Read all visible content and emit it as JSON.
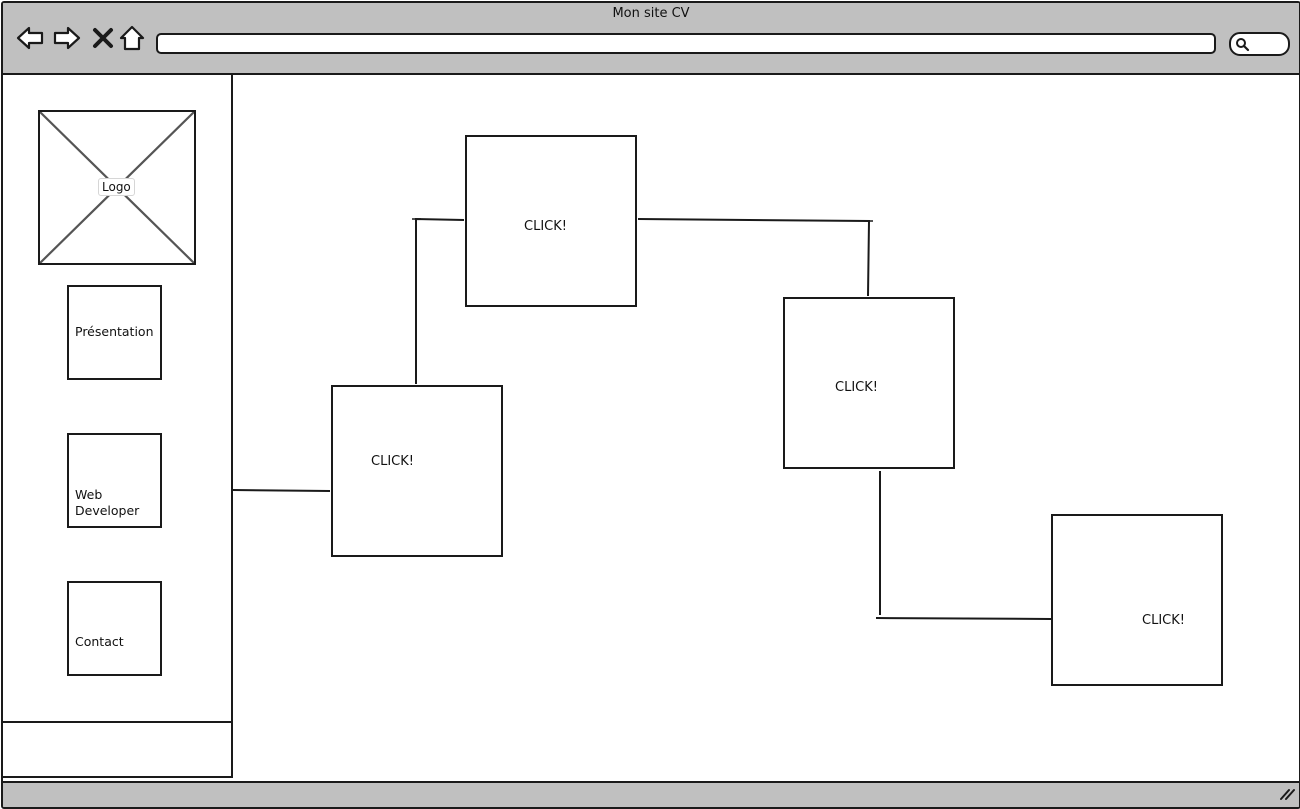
{
  "window": {
    "title": "Mon site CV"
  },
  "toolbar": {
    "back_icon": "arrow-left-icon",
    "forward_icon": "arrow-right-icon",
    "stop_icon": "close-icon",
    "home_icon": "home-icon",
    "address_value": "",
    "search_icon": "search-icon"
  },
  "sidebar": {
    "logo_label": "Logo",
    "items": [
      {
        "label": "Présentation"
      },
      {
        "label": "Web\nDeveloper"
      },
      {
        "label": "Contact"
      }
    ]
  },
  "main": {
    "click_boxes": [
      {
        "label": "CLICK!"
      },
      {
        "label": "CLICK!"
      },
      {
        "label": "CLICK!"
      },
      {
        "label": "CLICK!"
      }
    ]
  },
  "colors": {
    "chrome": "#c0c0c0",
    "stroke": "#1a1a1a",
    "background": "#ffffff"
  }
}
